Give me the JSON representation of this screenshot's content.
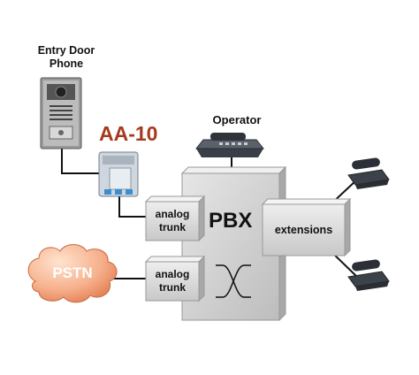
{
  "labels": {
    "entry_door_phone": "Entry Door Phone",
    "aa10": "AA-10",
    "operator": "Operator",
    "pbx": "PBX",
    "extensions": "extensions",
    "analog_trunk_top": "analog trunk",
    "analog_trunk_bottom": "analog trunk",
    "pstn": "PSTN"
  },
  "colors": {
    "aa10_accent": "#a63a1e",
    "pbx_body": "#d9d9d9",
    "pstn_cloud": "#f4a37a"
  }
}
